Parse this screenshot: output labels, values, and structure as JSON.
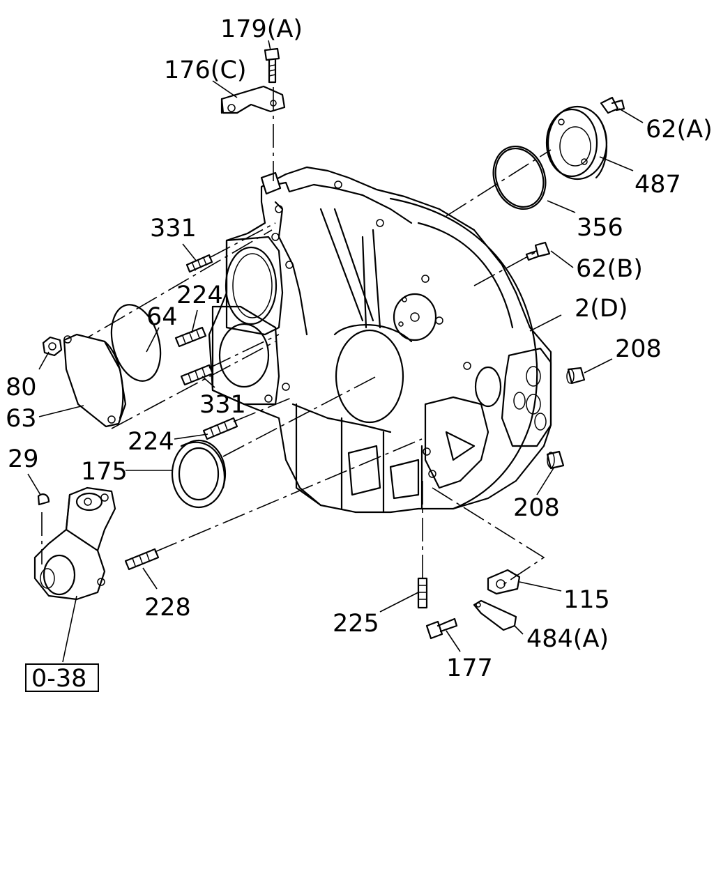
{
  "callouts": {
    "c179a": "179(A)",
    "c176c": "176(C)",
    "c62a": "62(A)",
    "c487": "487",
    "c356": "356",
    "c331_top": "331",
    "c62b": "62(B)",
    "c224_top": "224",
    "c64": "64",
    "c2d": "2(D)",
    "c208_top": "208",
    "c80": "80",
    "c63": "63",
    "c331_mid": "331",
    "c224_mid": "224",
    "c29": "29",
    "c175": "175",
    "c208_bot": "208",
    "c228": "228",
    "c115": "115",
    "c225": "225",
    "c484a": "484(A)",
    "c177": "177"
  },
  "reference": {
    "label": "0-38"
  }
}
